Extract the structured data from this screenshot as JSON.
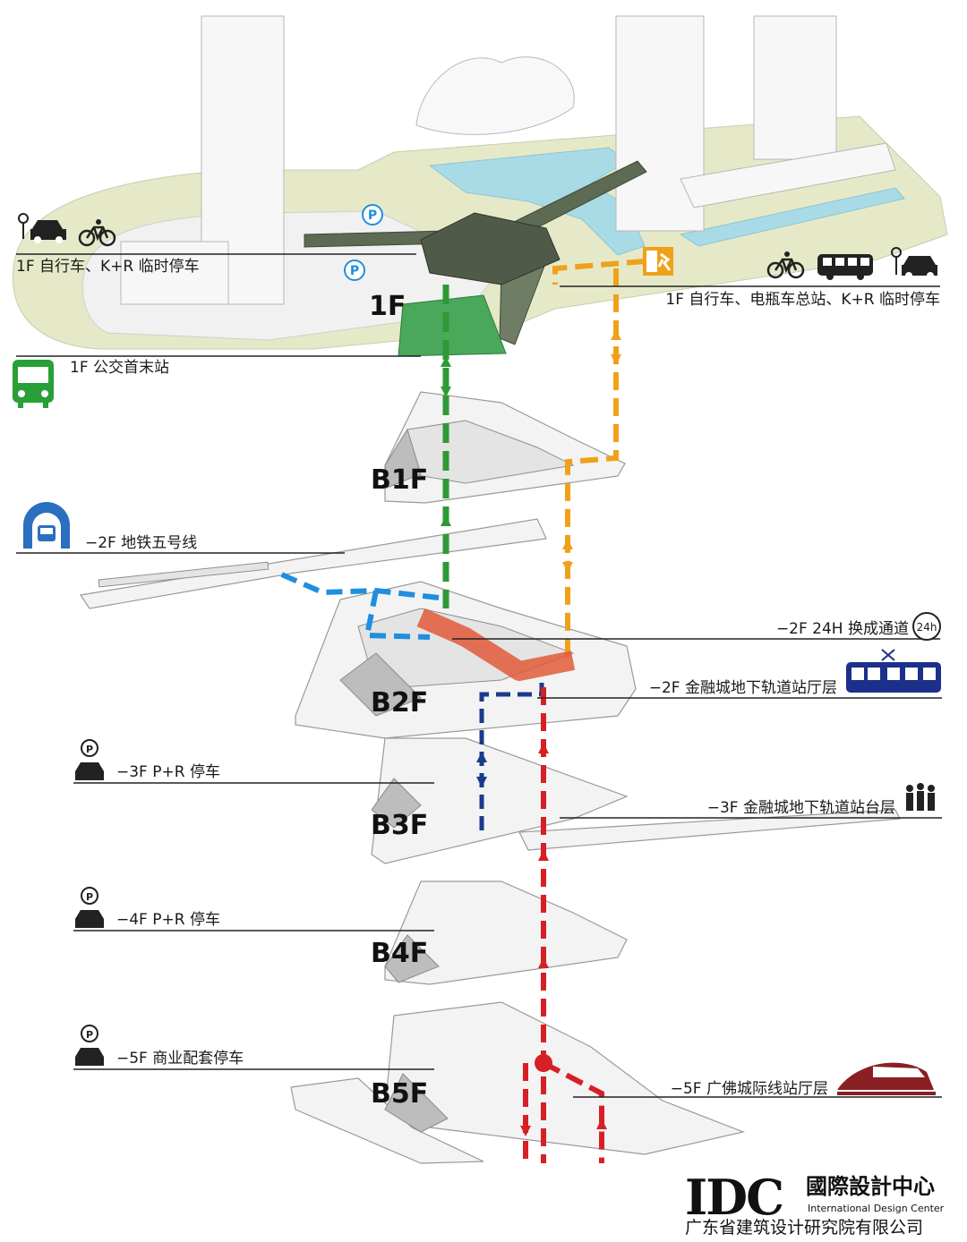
{
  "labels": {
    "f1_left": "1F 自行车、K+R 临时停车",
    "f1_right": "1F 自行车、电瓶车总站、K+R 临时停车",
    "f1_bus": "1F 公交首末站",
    "b2_metro": "−2F 地铁五号线",
    "b2_24h": "−2F 24H 换成通道",
    "b2_hall": "−2F 金融城地下轨道站厅层",
    "b3_parking": "−3F P+R 停车",
    "b3_platform": "−3F 金融城地下轨道站台层",
    "b4_parking": "−4F P+R 停车",
    "b5_parking": "−5F 商业配套停车",
    "b5_intercity": "−5F 广佛城际线站厅层"
  },
  "floors": {
    "f1": "1F",
    "b1": "B1F",
    "b2": "B2F",
    "b3": "B3F",
    "b4": "B4F",
    "b5": "B5F"
  },
  "badges": {
    "h24": "24h",
    "parking": "P"
  },
  "logo": {
    "mark": "IDC",
    "cn_name": "國際設計中心",
    "en_name": "International Design Center",
    "institute": "广东省建筑设计研究院有限公司"
  },
  "colors": {
    "green": "#2e9a36",
    "orange": "#f0a11a",
    "blue": "#1e8ee0",
    "navy": "#1a3a8c",
    "red": "#d62026",
    "transfer": "#e2593a",
    "bus_icon": "#27a037",
    "metro_icon": "#2a6fc0",
    "rail_icon": "#1c2f8a",
    "intercity_icon": "#8a1f24"
  },
  "icons": [
    "kr-parking-icon",
    "bicycle-icon",
    "parking-pin-icon",
    "bus-icon",
    "metro-icon",
    "tram-icon",
    "crowd-icon",
    "intercity-train-icon",
    "exit-icon"
  ]
}
